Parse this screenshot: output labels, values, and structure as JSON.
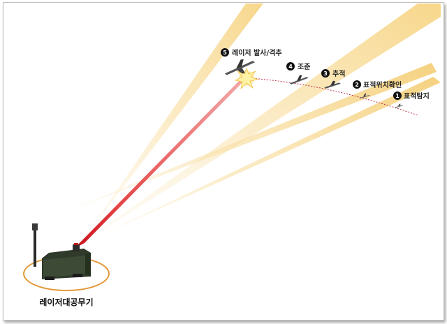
{
  "steps": [
    {
      "num": "1",
      "label": "표적탐지"
    },
    {
      "num": "2",
      "label": "표적위치확인"
    },
    {
      "num": "3",
      "label": "추적"
    },
    {
      "num": "4",
      "label": "조준"
    },
    {
      "num": "5",
      "label": "레이저 발사/격추"
    }
  ],
  "weapon_label": "레이저대공무기",
  "colors": {
    "beam_yellow": "#f5d27a",
    "laser_red": "#d61a1a",
    "trajectory": "#c0304a",
    "ring": "#e39a3b",
    "vehicle": "#2f3a2a"
  }
}
